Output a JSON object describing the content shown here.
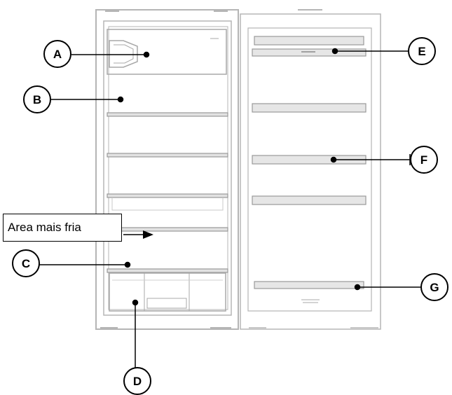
{
  "labels": {
    "a": "A",
    "b": "B",
    "c": "C",
    "d": "D",
    "e": "E",
    "f": "F",
    "g": "G"
  },
  "annotation": {
    "coldest_area": "Area mais fria"
  },
  "colors": {
    "outline": "#b8b8b8",
    "shelf": "#9a9a9a",
    "ink": "#000000"
  }
}
